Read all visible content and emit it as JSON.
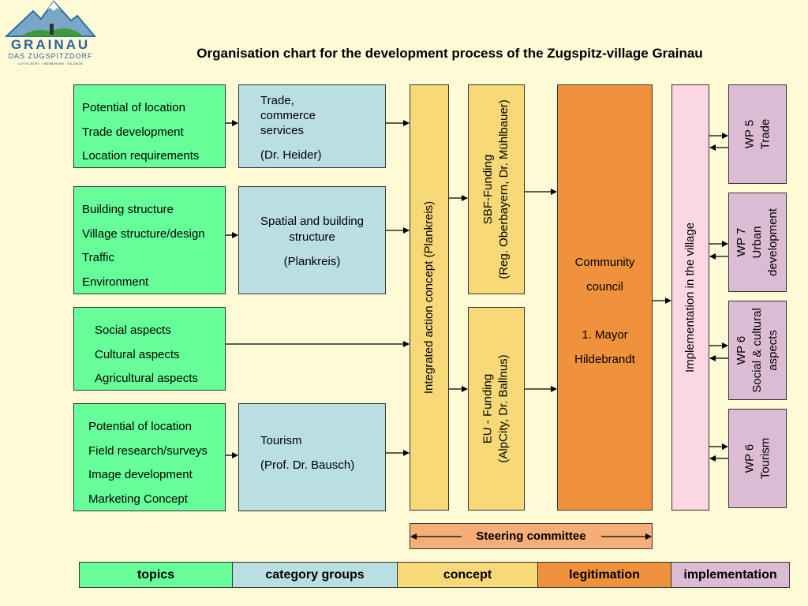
{
  "logo": {
    "name": "GRAINAU",
    "subtitle": "DAS ZUGSPITZDORF",
    "tagline": "LUFTKURORT · OBERBAYERN · 750-2962M"
  },
  "title": "Organisation chart for the development process of the Zugspitz-village Grainau",
  "topics": [
    [
      "Potential of location",
      "Trade development",
      "Location requirements"
    ],
    [
      "Building structure",
      "Village structure/design",
      "Traffic",
      "Environment"
    ],
    [
      "Social aspects",
      "Cultural aspects",
      "Agricultural aspects"
    ],
    [
      "Potential of location",
      "Field research/surveys",
      "Image development",
      "Marketing Concept"
    ]
  ],
  "groups": {
    "trade": {
      "l1": "Trade,",
      "l2": "commerce",
      "l3": "services",
      "l4": "(Dr. Heider)"
    },
    "spatial": {
      "l1": "Spatial and building",
      "l2": "structure",
      "l3": "(Plankreis)"
    },
    "tourism": {
      "l1": "Tourism",
      "l2": "(Prof. Dr. Bausch)"
    }
  },
  "concept": {
    "integrated": "Integrated action concept (Plankreis)",
    "sbf_l1": "SBF-Funding",
    "sbf_l2": "(Reg. Oberbayern, Dr. Mühlbauer)",
    "eu_l1": "EU - Funding",
    "eu_l2": "(AlpCity, Dr. Ballnus)"
  },
  "council": {
    "l1": "Community",
    "l2": "council",
    "l3": "1. Mayor",
    "l4": "Hildebrandt"
  },
  "implementation": "Implementation in the village",
  "wps": [
    {
      "l1": "WP 5",
      "l2": "Trade"
    },
    {
      "l1": "WP 7",
      "l2": "Urban",
      "l3": "development"
    },
    {
      "l1": "WP 6",
      "l2": "Social & cultural",
      "l3": "aspects"
    },
    {
      "l1": "WP 6",
      "l2": "Tourism"
    }
  ],
  "steering": "Steering committee",
  "legend": [
    "topics",
    "category groups",
    "concept",
    "legitimation",
    "implementation"
  ],
  "colors": {
    "topics": "#66ff99",
    "category_groups": "#b9dfe3",
    "concept": "#f8d977",
    "legitimation": "#f0923b",
    "implementation": "#fad7e3",
    "work_packages": "#dcbcd4",
    "steering": "#f6ae78"
  }
}
